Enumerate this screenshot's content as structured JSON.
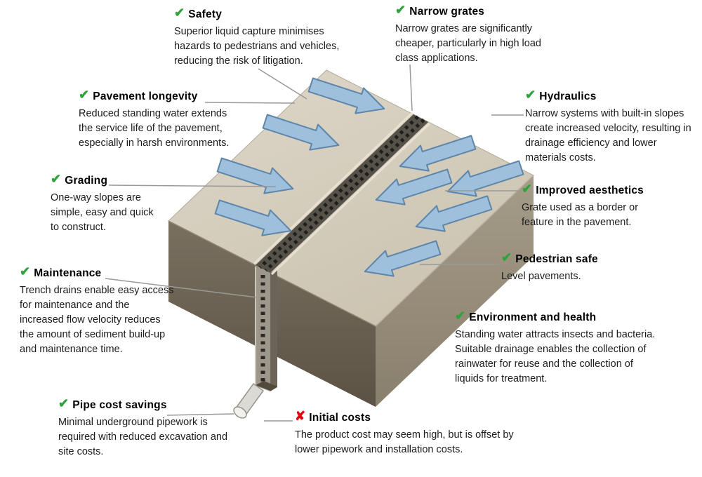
{
  "icons": {
    "check": "✔",
    "cross": "✘"
  },
  "colors": {
    "check_green": "#2fa33b",
    "cross_red": "#e30613",
    "arrow_blue": "#9ec0dc",
    "arrow_outline": "#5e86ab",
    "slab_top": "#d6cfc0",
    "slab_left_side": "#6e6354",
    "slab_right_side": "#9a907c",
    "grate_dark": "#56524a",
    "leader_line": "#999999"
  },
  "callouts": [
    {
      "id": "safety",
      "icon": "check",
      "title": "Safety",
      "description": "Superior liquid capture minimises hazards to pedestrians and vehicles, reducing the risk of litigation."
    },
    {
      "id": "narrow-grates",
      "icon": "check",
      "title": "Narrow grates",
      "description": "Narrow grates are significantly cheaper, particularly in high load class applications."
    },
    {
      "id": "pavement-longevity",
      "icon": "check",
      "title": "Pavement longevity",
      "description": "Reduced standing water extends the service life of the pavement, especially in harsh environments."
    },
    {
      "id": "hydraulics",
      "icon": "check",
      "title": "Hydraulics",
      "description": "Narrow systems with built-in slopes create increased velocity, resulting in drainage efficiency and lower materials costs."
    },
    {
      "id": "grading",
      "icon": "check",
      "title": "Grading",
      "description": "One-way slopes are simple, easy and quick to construct."
    },
    {
      "id": "improved-aesthetics",
      "icon": "check",
      "title": "Improved aesthetics",
      "description": "Grate used as a border or feature in the pavement."
    },
    {
      "id": "pedestrian-safe",
      "icon": "check",
      "title": "Pedestrian safe",
      "description": "Level pavements."
    },
    {
      "id": "maintenance",
      "icon": "check",
      "title": "Maintenance",
      "description": "Trench drains enable easy access for maintenance and the increased flow velocity reduces the amount of sediment build-up and maintenance time."
    },
    {
      "id": "environment-health",
      "icon": "check",
      "title": "Environment and health",
      "description": "Standing water attracts insects and bacteria. Suitable drainage enables the collection of rainwater for reuse and the collection of liquids for treatment."
    },
    {
      "id": "pipe-cost-savings",
      "icon": "check",
      "title": "Pipe cost savings",
      "description": "Minimal underground pipework is required with reduced excavation and site costs."
    },
    {
      "id": "initial-costs",
      "icon": "cross",
      "title": "Initial costs",
      "description": "The product cost may seem high, but is offset by lower pipework and installation costs."
    }
  ]
}
